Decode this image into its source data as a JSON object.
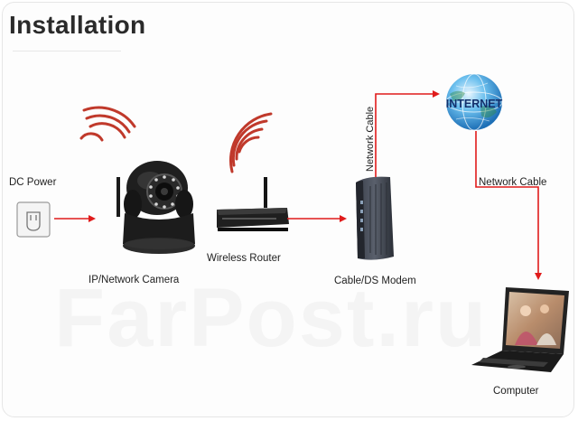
{
  "title": "Installation",
  "watermark": "FarPost.ru",
  "labels": {
    "dc_power": "DC Power",
    "camera": "IP/Network Camera",
    "router": "Wireless Router",
    "modem": "Cable/DS Modem",
    "internet": "INTERNET",
    "network_cable_vertical": "Network Cable",
    "network_cable_horizontal": "Network Cable",
    "computer": "Computer"
  },
  "colors": {
    "arrow": "#e01b1b",
    "wifi": "#c0392b",
    "globe_blue": "#3a9ad9",
    "internet_text": "#13306b"
  }
}
